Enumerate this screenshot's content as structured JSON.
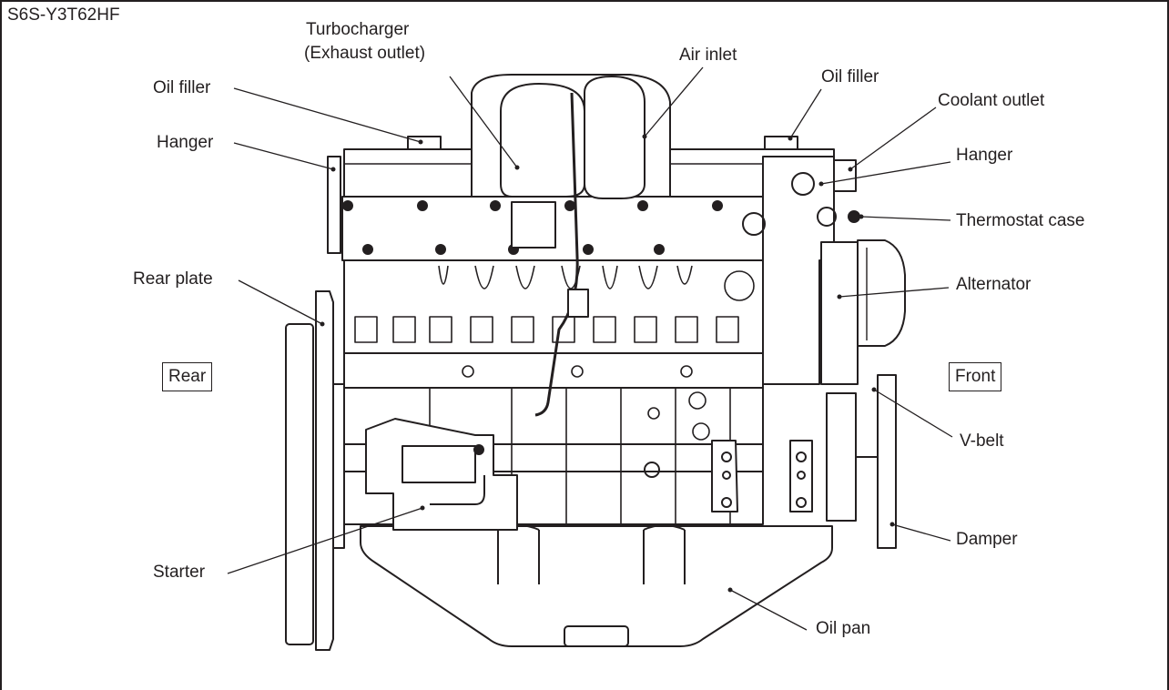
{
  "model": "S6S-Y3T62HF",
  "labels": {
    "turbocharger": "Turbocharger",
    "exhaust_outlet": "(Exhaust outlet)",
    "air_inlet": "Air inlet",
    "oil_filler_left": "Oil filler",
    "oil_filler_right": "Oil filler",
    "hanger_left": "Hanger",
    "hanger_right": "Hanger",
    "coolant_outlet": "Coolant outlet",
    "thermostat_case": "Thermostat case",
    "rear_plate": "Rear plate",
    "alternator": "Alternator",
    "rear": "Rear",
    "front": "Front",
    "v_belt": "V-belt",
    "damper": "Damper",
    "starter": "Starter",
    "oil_pan": "Oil pan"
  },
  "colors": {
    "ink": "#231f20",
    "paper": "#ffffff"
  }
}
